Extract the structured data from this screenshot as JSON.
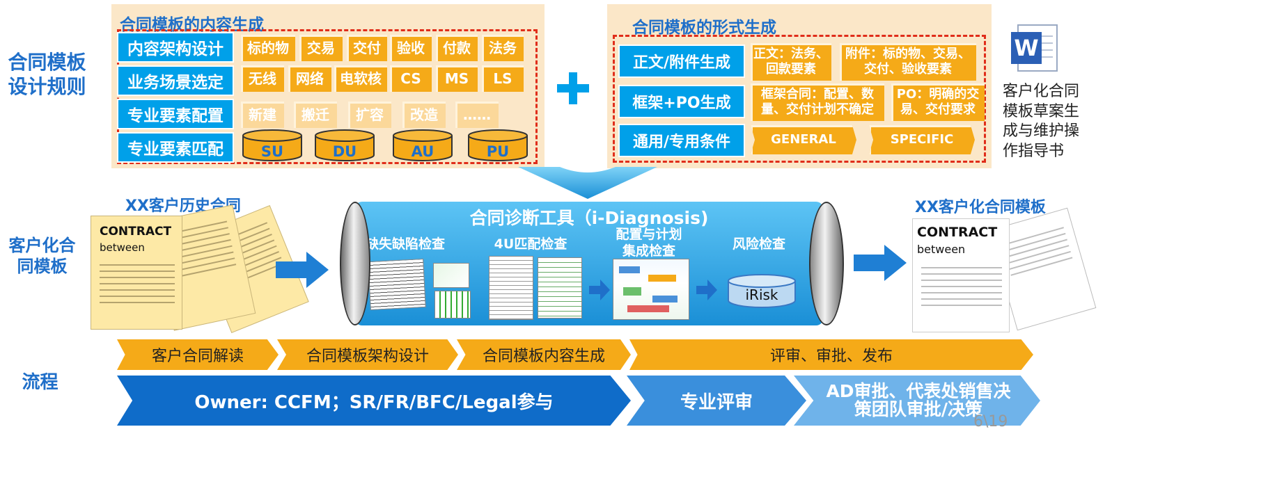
{
  "rules": {
    "label": "合同模板设计规则",
    "content": {
      "title": "合同模板的内容生成",
      "rows": [
        {
          "label": "内容架构设计",
          "chips": [
            "标的物",
            "交易",
            "交付",
            "验收",
            "付款",
            "法务"
          ]
        },
        {
          "label": "业务场景选定",
          "chips": [
            "无线",
            "网络",
            "电软核",
            "CS",
            "MS",
            "LS"
          ]
        },
        {
          "label": "专业要素配置",
          "chips": [
            "新建",
            "搬迁",
            "扩容",
            "改造",
            "……"
          ]
        },
        {
          "label": "专业要素匹配",
          "cylinders": [
            "SU",
            "DU",
            "AU",
            "PU"
          ]
        }
      ]
    },
    "plus": "+",
    "form": {
      "title": "合同模板的形式生成",
      "rows": [
        {
          "label": "正文/附件生成",
          "chips": [
            "正文：法务、回款要素",
            "附件：标的物、交易、交付、验收要素"
          ]
        },
        {
          "label": "框架+PO生成",
          "chips": [
            "框架合同：配置、数量、交付计划不确定",
            "PO：明确的交易、交付要求"
          ]
        },
        {
          "label": "通用/专用条件",
          "chips": [
            "GENERAL",
            "SPECIFIC"
          ]
        }
      ]
    },
    "output": {
      "icon": "word-document-icon",
      "text": "客户化合同模板草案生成与维护操作指导书"
    }
  },
  "customized": {
    "label": "客户化合同模板",
    "history": {
      "title": "XX客户历史合同",
      "doc_heading": "CONTRACT",
      "doc_sub": "between"
    },
    "tool": {
      "title": "合同诊断工具（i-Diagnosis)",
      "checks": [
        "缺失缺陷检查",
        "4U匹配检查",
        "配置与计划集成检查",
        "风险检查"
      ],
      "irisk": "iRisk"
    },
    "result": {
      "title": "XX客户化合同模板",
      "doc_heading": "CONTRACT",
      "doc_sub": "between"
    }
  },
  "process": {
    "label": "流程",
    "steps": [
      "客户合同解读",
      "合同模板架构设计",
      "合同模板内容生成",
      "评审、审批、发布"
    ],
    "owners": [
      "Owner: CCFM；SR/FR/BFC/Legal参与",
      "专业评审",
      "AD审批、代表处销售决策团队审批/决策"
    ]
  },
  "page_number": "6\\19",
  "colors": {
    "accent_blue": "#00a0e9",
    "label_blue": "#1f6fc9",
    "chip_orange": "#f5aa18",
    "panel_bg": "#fbe7c8",
    "dash_red": "#e02d1a",
    "owner_blue": "#0f6cc9"
  }
}
